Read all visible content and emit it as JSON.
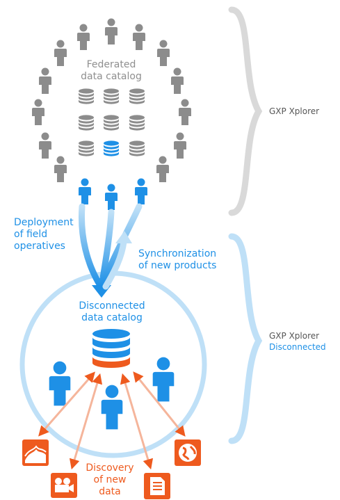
{
  "labels": {
    "federated_line1": "Federated",
    "federated_line2": "data catalog",
    "gxp_xplorer": "GXP Xplorer",
    "deployment_line1": "Deployment",
    "deployment_line2": "of field",
    "deployment_line3": "operatives",
    "sync_line1": "Synchronization",
    "sync_line2": "of new products",
    "disconnected_line1": "Disconnected",
    "disconnected_line2": "data catalog",
    "gxp_disconnected_line1": "GXP Xplorer",
    "gxp_disconnected_line2": "Disconnected",
    "discovery_line1": "Discovery",
    "discovery_line2": "of new",
    "discovery_line3": "data"
  },
  "colors": {
    "gray_person": "#8c8c8c",
    "gray_db": "#8c8c8c",
    "blue": "#1e90e6",
    "light_blue": "#bfe0f7",
    "orange": "#ee5a1e",
    "salmon": "#f5b59b",
    "brace_gray": "#d9d9d9",
    "brace_blue": "#bfe0f7"
  },
  "icons": [
    "person-icon",
    "database-icon",
    "terrain-icon",
    "video-camera-icon",
    "document-icon",
    "globe-icon"
  ]
}
